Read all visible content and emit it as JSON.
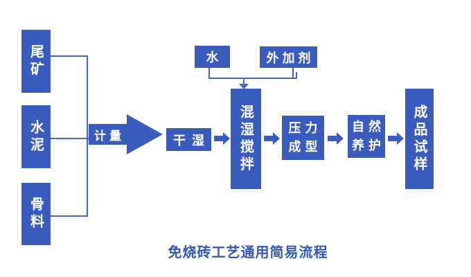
{
  "caption": "免烧砖工艺通用简易流程",
  "colors": {
    "box_fill": "#3a5cbe",
    "line": "#4365c8",
    "text_on_box": "#ffffff",
    "caption_text": "#3156bd",
    "background": "#ffffff"
  },
  "nodes": {
    "tailings": "尾矿",
    "cement": "水泥",
    "aggregate": "骨料",
    "metering": "计量",
    "dry_wet": "干湿",
    "water": "水",
    "admixture": "外加剂",
    "wet_mixing": "混湿搅拌",
    "pressure_forming": "压力\n成型",
    "natural_curing": "自然\n养护",
    "finished_sample": "成品试样"
  }
}
